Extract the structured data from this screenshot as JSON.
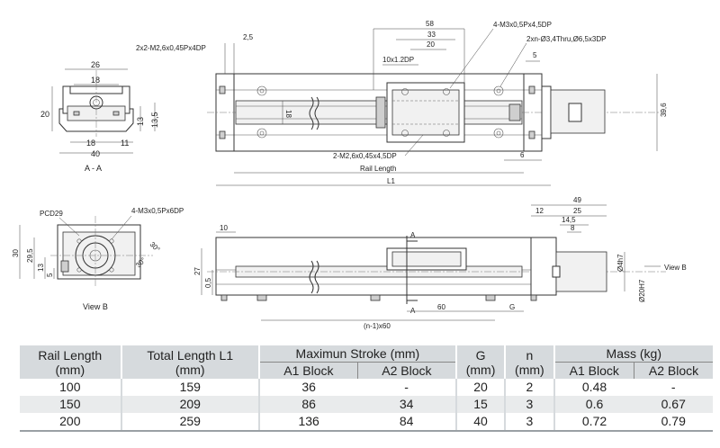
{
  "labels": {
    "section_aa": "A - A",
    "view_b": "View B",
    "view_b_arrow": "View B",
    "pcd": "PCD29",
    "m3_6dp": "4-M3x0,5Px6DP",
    "m2_4dp": "2x2-M2,6x0,45Px4DP",
    "m3_45dp": "4-M3x0,5Px4,5DP",
    "thru": "2xn-Ø3,4Thru,Ø6,5x3DP",
    "m2_45dp": "2-M2,6x0,45x4,5DP",
    "ten_x_12dp": "10x1.2DP",
    "rail_length": "Rail Length",
    "l1": "L1",
    "a_top": "A",
    "a_bottom": "A",
    "pitch": "(n-1)x60",
    "g": "G",
    "sixty": "60"
  },
  "dims": {
    "d26": "26",
    "d18a": "18",
    "d18b": "18",
    "d11": "11",
    "d40": "40",
    "d20": "20",
    "d13": "13",
    "d13_5": "13,5",
    "d2_5": "2,5",
    "d58": "58",
    "d33": "33",
    "d20t": "20",
    "d5": "5",
    "d18v": "18",
    "d39_6": "39,6",
    "d6": "6",
    "d10": "10",
    "d30": "30",
    "d29_5": "29,5",
    "d13v": "13",
    "d5v": "5",
    "d30deg_a": "30°",
    "d30deg_b": "30°",
    "d27": "27",
    "d0_5": "0,5",
    "d49": "49",
    "d12": "12",
    "d25": "25",
    "d14_5": "14,5",
    "d8": "8",
    "d4h7": "Ø4h7",
    "d20h7": "Ø20H7"
  },
  "table": {
    "headers": {
      "rail_length": [
        "Rail Length",
        "(mm)"
      ],
      "total_length": [
        "Total Length L1",
        "(mm)"
      ],
      "max_stroke": "Maximun Stroke (mm)",
      "a1_block": "A1 Block",
      "a2_block": "A2 Block",
      "g": [
        "G",
        "(mm)"
      ],
      "n": [
        "n",
        "(mm)"
      ],
      "mass": "Mass (kg)",
      "mass_a1": "A1 Block",
      "mass_a2": "A2 Block"
    },
    "rows": [
      {
        "rail": "100",
        "total": "159",
        "stroke_a1": "36",
        "stroke_a2": "-",
        "g": "20",
        "n": "2",
        "mass_a1": "0.48",
        "mass_a2": "-"
      },
      {
        "rail": "150",
        "total": "209",
        "stroke_a1": "86",
        "stroke_a2": "34",
        "g": "15",
        "n": "3",
        "mass_a1": "0.6",
        "mass_a2": "0.67"
      },
      {
        "rail": "200",
        "total": "259",
        "stroke_a1": "136",
        "stroke_a2": "84",
        "g": "40",
        "n": "3",
        "mass_a1": "0.72",
        "mass_a2": "0.79"
      }
    ]
  }
}
